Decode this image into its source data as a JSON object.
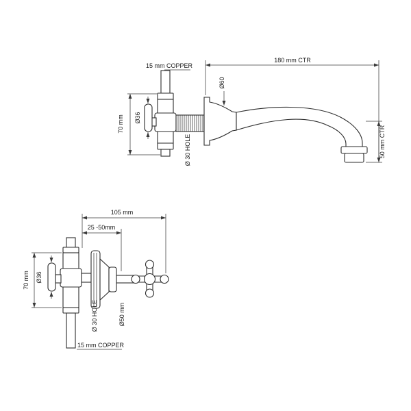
{
  "page": {
    "background": "#ffffff",
    "line_color": "#2b2b2b",
    "dimension_color": "#3a3a3a"
  },
  "top_view": {
    "name": "wall-mounted spout side elevation",
    "labels": {
      "copper": "15 mm COPPER",
      "ctr_180": "180 mm CTR",
      "dia_60": "Ø60",
      "height_70": "70 mm",
      "dia_36": "Ø36",
      "dia_30_hole": "Ø 30  HOLE",
      "ctr_50": "50 mm CTR"
    }
  },
  "bottom_view": {
    "name": "valve with cross handle elevation",
    "labels": {
      "width_105": "105 mm",
      "depth_range": "25 -50mm",
      "height_70": "70 mm",
      "dia_36": "Ø36",
      "dia_30_hole": "Ø 30  HOLE",
      "dia_50": "Ø50 mm",
      "copper": "15 mm COPPER"
    }
  }
}
